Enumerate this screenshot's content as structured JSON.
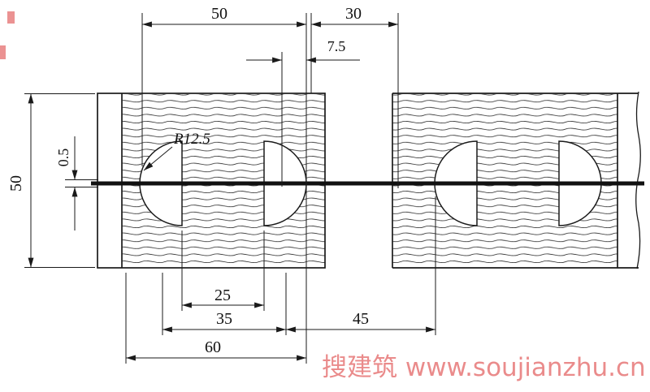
{
  "drawing": {
    "type": "wood-floor-board-joint-section",
    "dims": {
      "top_width": "50",
      "top_offset": "30",
      "edge_offset": "7.5",
      "board_height": "50",
      "joint_gap": "0.5",
      "groove_radius": "R12.5",
      "bottom_inner": "25",
      "bottom_mid": "35",
      "bottom_right": "45",
      "bottom_overall": "60"
    },
    "colors": {
      "line": "#1a1a1a",
      "watermark": "#e87f7f",
      "background": "#ffffff"
    }
  },
  "watermark": {
    "text": "搜建筑 www.soujianzhu.cn"
  }
}
